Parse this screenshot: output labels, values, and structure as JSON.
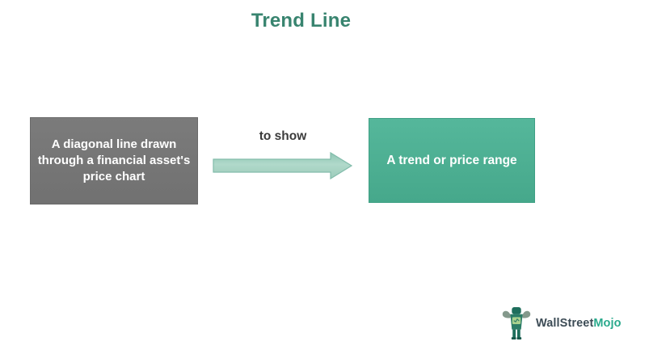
{
  "page": {
    "title": "Trend Line",
    "title_color": "#38846f",
    "background": "#ffffff"
  },
  "diagram": {
    "left_box": {
      "text": "A diagonal line drawn\nthrough a financial asset's\nprice chart",
      "bg_color": "#767676",
      "text_color": "#ffffff"
    },
    "arrow": {
      "label": "to show",
      "label_color": "#3b3b3b",
      "fill_color": "#a6d3c5",
      "stroke_color": "#82bcab",
      "direction": "right"
    },
    "right_box": {
      "text": "A trend or price range",
      "bg_color": "#4cae92",
      "text_color": "#ffffff"
    }
  },
  "branding": {
    "logo_icon": "wallstreetmojo-mascot-icon",
    "name_primary": "WallStreet",
    "name_accent": "Mojo",
    "primary_color": "#3d4c56",
    "accent_color": "#29a98c"
  }
}
